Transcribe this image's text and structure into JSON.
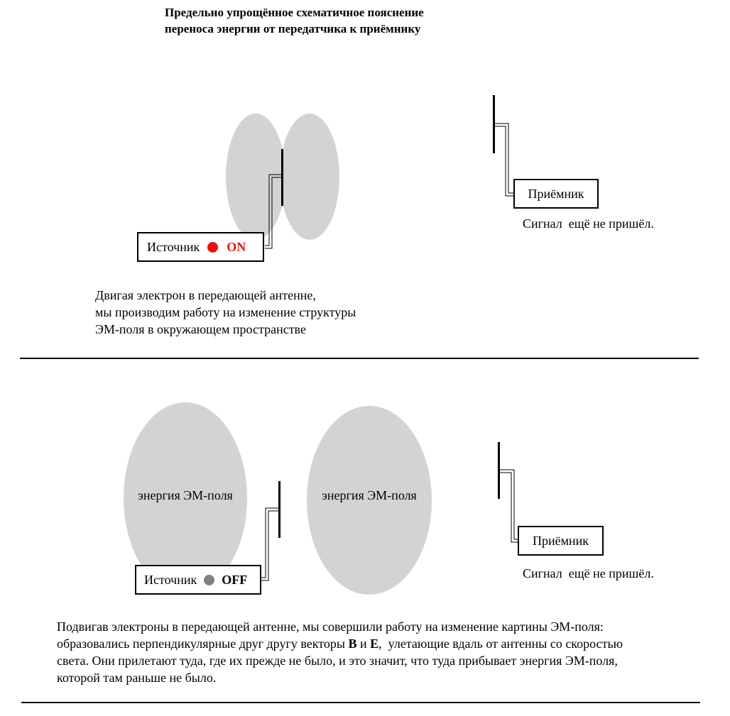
{
  "title": {
    "line1": "Предельно упрощённое схематичное пояснение",
    "line2": "переноса энергии от передатчика к приёмнику"
  },
  "colors": {
    "field": "#d3d3d3",
    "on": "#e41414",
    "off": "#808080"
  },
  "panel1": {
    "source_label": "Источник",
    "source_state": "ON",
    "receiver_label": "Приёмник",
    "status": "Сигнал  ещё не пришёл.",
    "caption": [
      "Двигая электрон в передающей антенне,",
      "мы производим работу на изменение структуры",
      "ЭМ-поля в окружающем пространстве"
    ]
  },
  "panel2": {
    "field_left_label": "энергия ЭМ-поля",
    "field_right_label": "энергия ЭМ-поля",
    "source_label": "Источник",
    "source_state": "OFF",
    "receiver_label": "Приёмник",
    "status": "Сигнал  ещё не пришёл.",
    "caption": {
      "line1": "Подвигав электроны в передающей антенне, мы совершили работу на изменение картины ЭМ-поля:",
      "line2_a": "образовались перпендикулярные друг другу векторы ",
      "vector_b": "B",
      "line2_and": " и ",
      "vector_e": "E",
      "line2_b": ",  улетающие вдаль от антенны со скоростью",
      "line3": "света. Они прилетают туда, где их прежде не было, и это значит, что туда прибывает энергия ЭМ-поля,",
      "line4": "которой там раньше не было."
    }
  }
}
